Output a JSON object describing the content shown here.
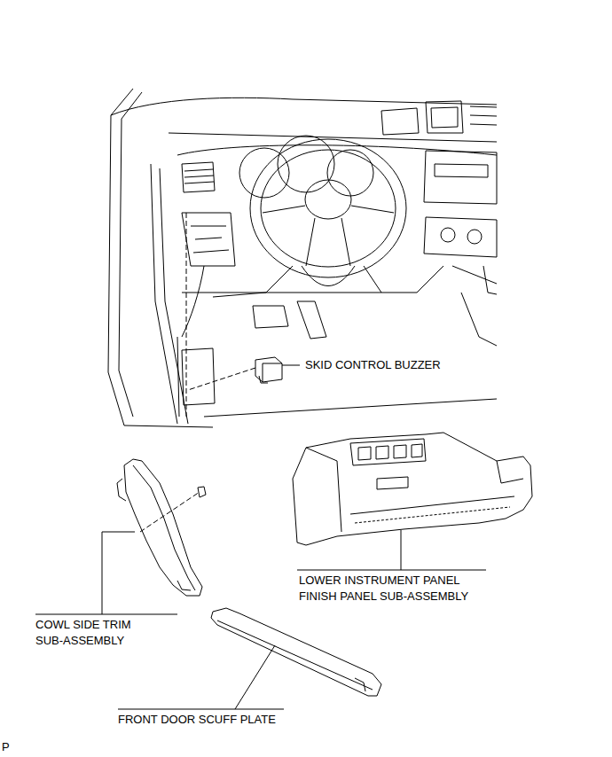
{
  "diagram": {
    "labels": [
      "SKID CONTROL BUZZER",
      "LOWER INSTRUMENT PANEL FINISH PANEL SUB-ASSEMBLY",
      "COWL SIDE TRIM SUB-ASSEMBLY",
      "FRONT DOOR SCUFF PLATE",
      "P"
    ]
  }
}
